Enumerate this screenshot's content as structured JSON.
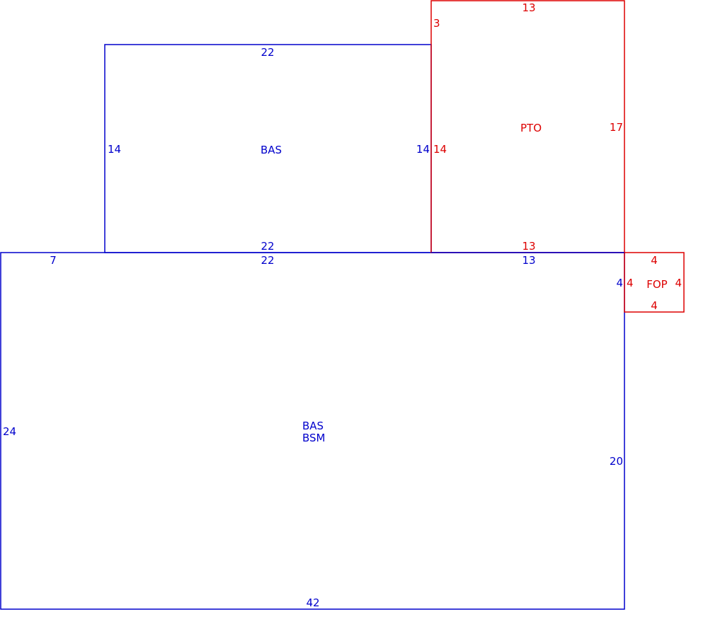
{
  "colors": {
    "living": "#0000cc",
    "other": "#dd0000"
  },
  "areas": {
    "upper": {
      "code": "BAS",
      "dims": {
        "top": "22",
        "left": "14",
        "right": "14",
        "bottom": "22"
      }
    },
    "main": {
      "codes": [
        "BAS",
        "BSM"
      ],
      "dims": {
        "top_left": "7",
        "top_mid": "22",
        "top_right": "13",
        "left": "24",
        "right_upper": "4",
        "right_lower": "20",
        "bottom": "42"
      }
    },
    "patio": {
      "code": "PTO",
      "dims": {
        "top": "13",
        "left_upper": "3",
        "left_lower": "14",
        "right": "17",
        "bottom": "13"
      }
    },
    "porch": {
      "code": "FOP",
      "dims": {
        "top": "4",
        "left": "4",
        "right": "4",
        "bottom": "4"
      }
    }
  }
}
